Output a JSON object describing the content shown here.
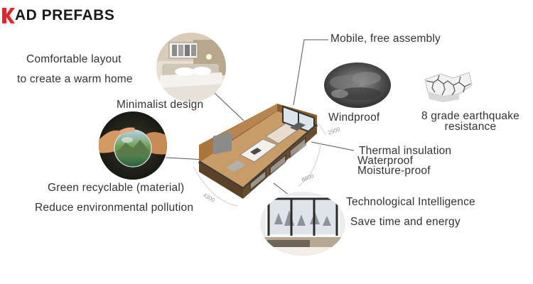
{
  "brand": {
    "name": "AD PREFABS",
    "logo_letter": "K",
    "logo_color": "#e3262d"
  },
  "features": {
    "comfortable_line1": "Comfortable layout",
    "comfortable_line2": "to create a warm home",
    "minimalist": "Minimalist design",
    "mobile": "Mobile, free assembly",
    "windproof": "Windproof",
    "earthquake_line1": "8 grade earthquake",
    "earthquake_line2": "resistance",
    "thermal": "Thermal insulation",
    "waterproof": "Waterproof",
    "moisture": "Moisture-proof",
    "green_line1": "Green recyclable (material)",
    "green_line2": "Reduce environmental pollution",
    "tech": "Technological Intelligence",
    "save": "Save time and energy"
  },
  "dimensions": {
    "width": "2900",
    "length": "8600",
    "depth": "4300"
  },
  "colors": {
    "text": "#333333",
    "line": "#333333",
    "wood": "#a9763f",
    "dark_frame": "#3b3b3b"
  }
}
